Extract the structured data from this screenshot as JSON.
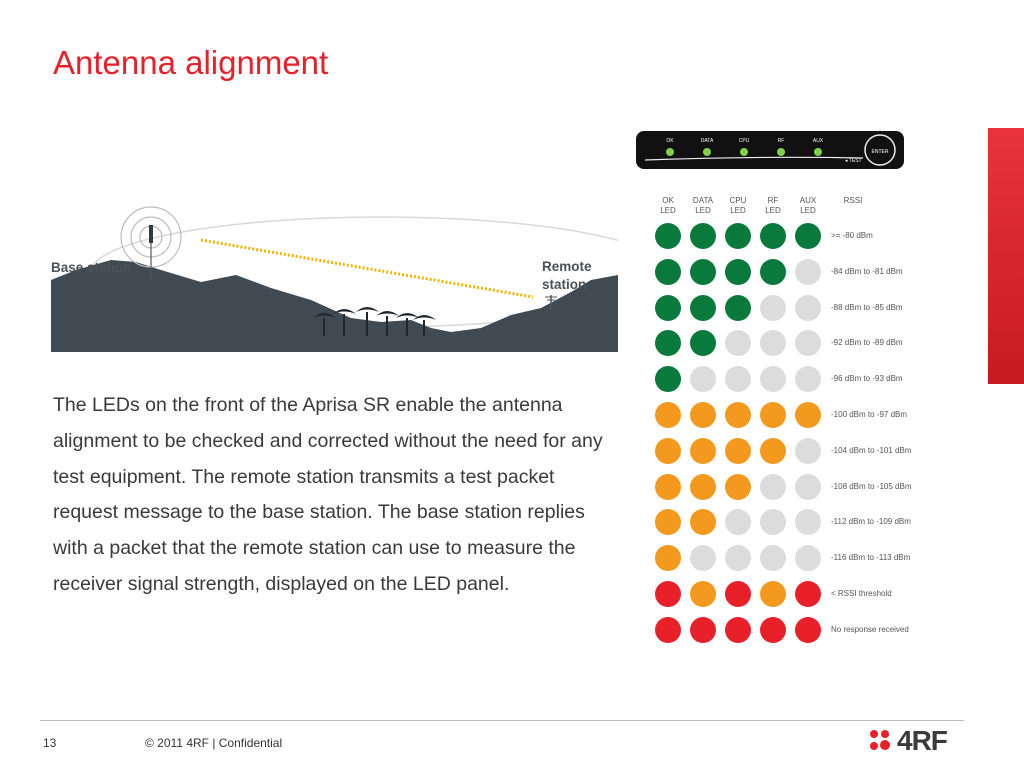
{
  "slide": {
    "title": "Antenna alignment",
    "body": "The LEDs on the front of the Aprisa SR enable the antenna alignment to be checked and corrected without the need for any test equipment. The remote station transmits a test packet request message to the base station. The base station replies with a packet that the remote station can use to measure the receiver signal strength, displayed on the LED panel."
  },
  "illustration": {
    "base_label": "Base station",
    "remote_label_line1": "Remote",
    "remote_label_line2": "station"
  },
  "panel": {
    "leds": [
      "OK",
      "DATA",
      "CPU",
      "RF",
      "AUX"
    ],
    "enter_label": "ENTER",
    "test_label": "◂ TEST"
  },
  "led_table": {
    "headers": [
      {
        "line1": "OK",
        "line2": "LED"
      },
      {
        "line1": "DATA",
        "line2": "LED"
      },
      {
        "line1": "CPU",
        "line2": "LED"
      },
      {
        "line1": "RF",
        "line2": "LED"
      },
      {
        "line1": "AUX",
        "line2": "LED"
      },
      {
        "line1": "RSSI",
        "line2": ""
      }
    ],
    "rows": [
      {
        "leds": [
          "green",
          "green",
          "green",
          "green",
          "green"
        ],
        "label": ">= -80 dBm"
      },
      {
        "leds": [
          "green",
          "green",
          "green",
          "green",
          "off"
        ],
        "label": "-84 dBm to -81 dBm"
      },
      {
        "leds": [
          "green",
          "green",
          "green",
          "off",
          "off"
        ],
        "label": "-88 dBm to -85 dBm"
      },
      {
        "leds": [
          "green",
          "green",
          "off",
          "off",
          "off"
        ],
        "label": "-92 dBm to -89 dBm"
      },
      {
        "leds": [
          "green",
          "off",
          "off",
          "off",
          "off"
        ],
        "label": "-96 dBm to -93 dBm"
      },
      {
        "leds": [
          "orange",
          "orange",
          "orange",
          "orange",
          "orange"
        ],
        "label": "-100 dBm to -97 dBm"
      },
      {
        "leds": [
          "orange",
          "orange",
          "orange",
          "orange",
          "off"
        ],
        "label": "-104 dBm to -101 dBm"
      },
      {
        "leds": [
          "orange",
          "orange",
          "orange",
          "off",
          "off"
        ],
        "label": "-108 dBm to -105 dBm"
      },
      {
        "leds": [
          "orange",
          "orange",
          "off",
          "off",
          "off"
        ],
        "label": "-112 dBm to -109 dBm"
      },
      {
        "leds": [
          "orange",
          "off",
          "off",
          "off",
          "off"
        ],
        "label": "-116 dBm to -113 dBm"
      },
      {
        "leds": [
          "red",
          "orange",
          "red",
          "orange",
          "red"
        ],
        "label": "< RSSI threshold"
      },
      {
        "leds": [
          "red",
          "red",
          "red",
          "red",
          "red"
        ],
        "label": "No response received"
      }
    ],
    "colors": {
      "green": "#0a7a3c",
      "orange": "#f39a1e",
      "red": "#e8202a",
      "off": "#dcdcdc"
    }
  },
  "footer": {
    "page_number": "13",
    "copyright": "© 2011 4RF | Confidential",
    "logo_text": "4RF"
  },
  "colors": {
    "accent": "#e8202a"
  }
}
